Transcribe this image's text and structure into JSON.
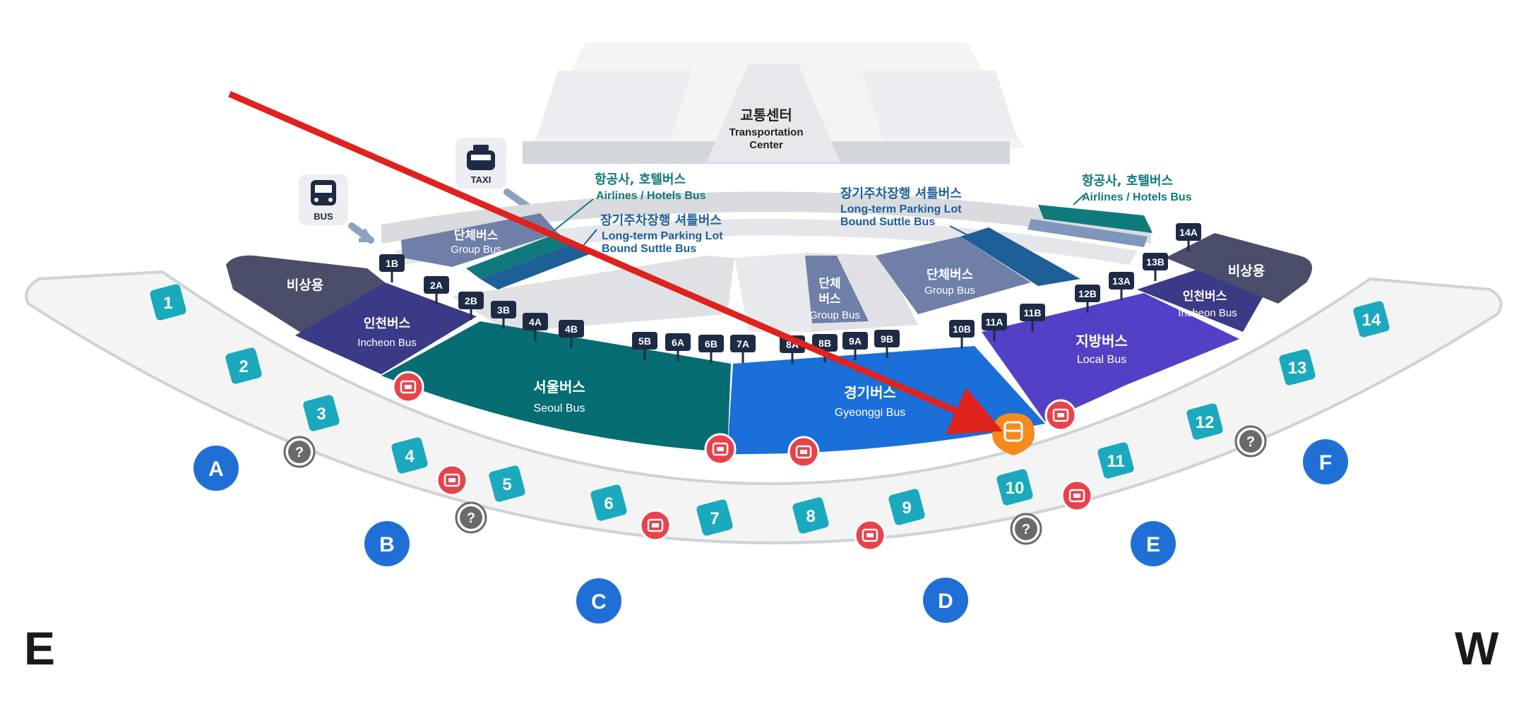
{
  "transport_center": {
    "ko": "교통센터",
    "en_line1": "Transportation",
    "en_line2": "Center"
  },
  "legend": {
    "bus": "BUS",
    "taxi": "TAXI"
  },
  "callouts": {
    "airlines_left": {
      "ko": "항공사, 호텔버스",
      "en": "Airlines / Hotels Bus"
    },
    "parking_left": {
      "ko": "장기주차장행 셔틀버스",
      "en1": "Long-term Parking Lot",
      "en2": "Bound Suttle Bus"
    },
    "parking_right": {
      "ko": "장기주차장행 셔틀버스",
      "en1": "Long-term Parking Lot",
      "en2": "Bound Suttle Bus"
    },
    "airlines_right": {
      "ko": "항공사, 호텔버스",
      "en": "Airlines / Hotels Bus"
    }
  },
  "zones": {
    "emergency_left": {
      "ko": "비상용"
    },
    "incheon_left": {
      "ko": "인천버스",
      "en": "Incheon Bus"
    },
    "group_left": {
      "ko": "단체버스",
      "en": "Group Bus"
    },
    "seoul": {
      "ko": "서울버스",
      "en": "Seoul Bus"
    },
    "gyeonggi": {
      "ko": "경기버스",
      "en": "Gyeonggi Bus"
    },
    "group_mid": {
      "ko1": "단체",
      "ko2": "버스",
      "en": "Group Bus"
    },
    "group_right": {
      "ko": "단체버스",
      "en": "Group Bus"
    },
    "local": {
      "ko": "지방버스",
      "en": "Local Bus"
    },
    "incheon_right": {
      "ko": "인천버스",
      "en": "Incheon Bus"
    },
    "emergency_right": {
      "ko": "비상용"
    }
  },
  "bus_stops": [
    "1B",
    "2A",
    "2B",
    "3B",
    "4A",
    "4B",
    "5B",
    "6A",
    "6B",
    "7A",
    "8A",
    "8B",
    "9A",
    "9B",
    "10B",
    "11A",
    "11B",
    "12B",
    "13A",
    "13B",
    "14A"
  ],
  "gates": [
    "1",
    "2",
    "3",
    "4",
    "5",
    "6",
    "7",
    "8",
    "9",
    "10",
    "11",
    "12",
    "13",
    "14"
  ],
  "exits": [
    "A",
    "B",
    "C",
    "D",
    "E",
    "F"
  ],
  "compass": {
    "left": "E",
    "right": "W"
  },
  "colors": {
    "seoul": "#066d73",
    "gyeonggi": "#1b6fd8",
    "local": "#5241c6",
    "incheon": "#3b3a86",
    "emergency": "#4a4e6b",
    "group": "#6f7fa8",
    "airlines": "#0f7a7b",
    "parking": "#1e5f98",
    "gate": "#1aa9bd",
    "exit": "#1f6fd6",
    "ticket": "#e8424a",
    "info": "#6a6a6a",
    "marker": "#f58a1f",
    "arrow": "#e0211c"
  },
  "annotation": {
    "type": "red-arrow",
    "target": "bus-location-marker"
  }
}
